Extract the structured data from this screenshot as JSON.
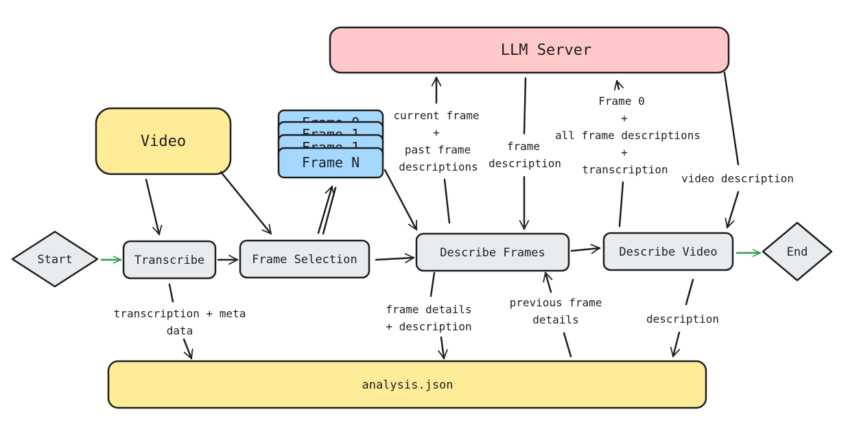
{
  "colors": {
    "stroke": "#1e1e1e",
    "yellow": "#ffec99",
    "pink": "#ffc9c9",
    "blue": "#a5d8ff",
    "gray": "#e9ecef",
    "green_arrow": "#2f9e44"
  },
  "nodes": {
    "llm_server": "LLM Server",
    "video": "Video",
    "frame_stack_back": "Frame 0",
    "frame_stack_mid1": "Frame 1",
    "frame_stack_mid2": "Frame 1",
    "frame_n": "Frame N",
    "start": "Start",
    "transcribe": "Transcribe",
    "frame_selection": "Frame Selection",
    "describe_frames": "Describe Frames",
    "describe_video": "Describe Video",
    "end": "End",
    "analysis_json": "analysis.json"
  },
  "labels": {
    "current_frame": [
      "current frame",
      "+",
      "past frame",
      "descriptions"
    ],
    "frame_description": [
      "frame",
      "description"
    ],
    "frame0_bundle": [
      "Frame 0",
      "+",
      "all frame descriptions",
      "+",
      "transcription"
    ],
    "video_description": [
      "video description"
    ],
    "transcription_meta": [
      "transcription + meta",
      "data"
    ],
    "frame_details": [
      "frame details",
      "+ description"
    ],
    "previous_frame": [
      "previous frame",
      "details"
    ],
    "description": [
      "description"
    ]
  }
}
